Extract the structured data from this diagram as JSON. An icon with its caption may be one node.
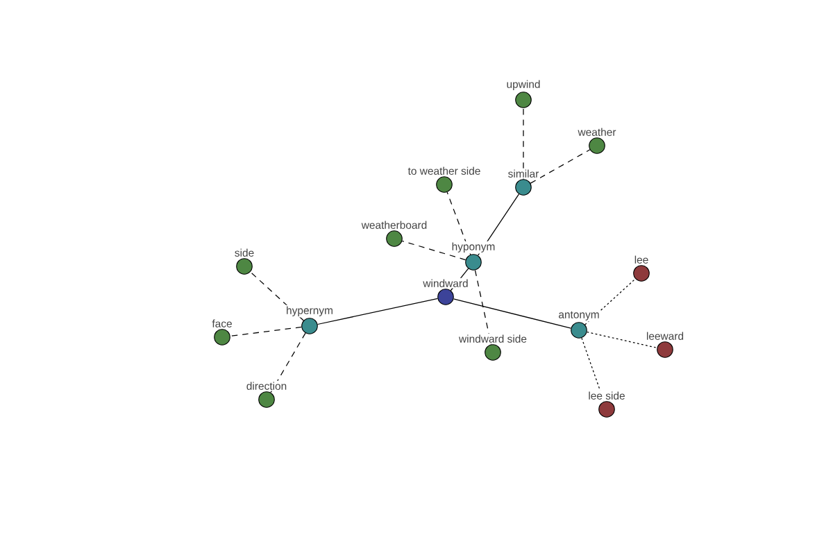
{
  "diagram": {
    "nodes": [
      {
        "text": [
          "windward"
        ]
      },
      {
        "text": [
          "hypernym"
        ]
      },
      {
        "text": [
          "hyponym"
        ]
      },
      {
        "text": [
          "similar"
        ]
      },
      {
        "text": [
          "antonym"
        ]
      },
      {
        "text": [
          "side"
        ]
      },
      {
        "text": [
          "face"
        ]
      },
      {
        "text": [
          "direction"
        ]
      },
      {
        "text": [
          "weatherboard"
        ]
      },
      {
        "text": [
          "to weather side"
        ]
      },
      {
        "text": [
          "windward side"
        ]
      },
      {
        "text": [
          "upwind"
        ]
      },
      {
        "text": [
          "weather"
        ]
      },
      {
        "text": [
          "lee"
        ]
      },
      {
        "text": [
          "leeward"
        ]
      },
      {
        "text": [
          "lee side"
        ]
      }
    ],
    "edges": [
      {
        "from": 0,
        "to": 1,
        "arrow": "none"
      },
      {
        "from": 0,
        "to": 2,
        "arrow": "none"
      },
      {
        "from": 2,
        "to": 3,
        "arrow": "none"
      },
      {
        "from": 0,
        "to": 4,
        "arrow": "none"
      },
      {
        "from": 1,
        "to": 5,
        "arrow": "none",
        "style": "dashed"
      },
      {
        "from": 1,
        "to": 6,
        "arrow": "none",
        "style": "dashed"
      },
      {
        "from": 1,
        "to": 7,
        "arrow": "none",
        "style": "dashed"
      },
      {
        "from": 2,
        "to": 8,
        "arrow": "none",
        "style": "dashed"
      },
      {
        "from": 2,
        "to": 9,
        "arrow": "none",
        "style": "dashed"
      },
      {
        "from": 2,
        "to": 10,
        "arrow": "none",
        "style": "dashed"
      },
      {
        "from": 3,
        "to": 11,
        "arrow": "none",
        "style": "dashed"
      },
      {
        "from": 3,
        "to": 12,
        "arrow": "none",
        "style": "dashed"
      },
      {
        "from": 4,
        "to": 13,
        "arrow": "none",
        "style": "dashed"
      },
      {
        "from": 4,
        "to": 14,
        "arrow": "none",
        "style": "dashed"
      },
      {
        "from": 4,
        "to": 15,
        "arrow": "none",
        "style": "dashed"
      }
    ]
  }
}
